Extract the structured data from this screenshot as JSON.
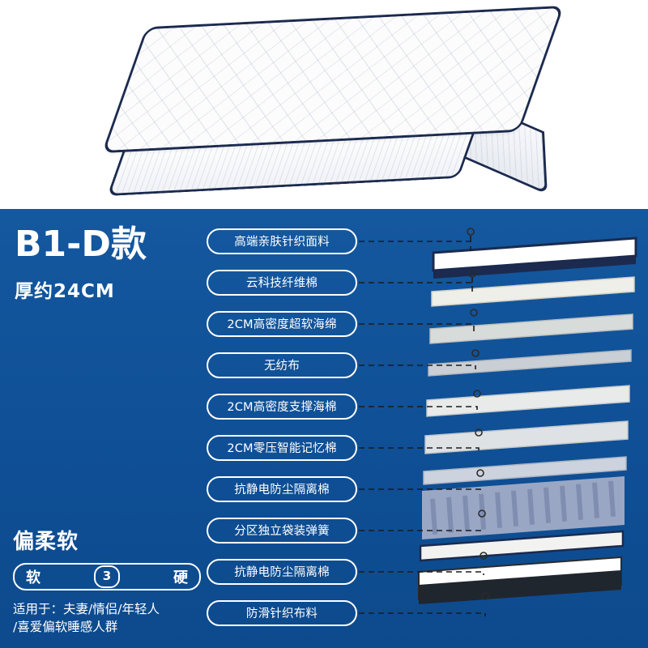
{
  "product": {
    "photo_alt": "white-quilted-mattress"
  },
  "panel": {
    "title": "B1-D款",
    "subtitle": "厚约24CM",
    "layers": [
      "高端亲肤针织面料",
      "云科技纤维棉",
      "2CM高密度超软海绵",
      "无纺布",
      "2CM高密度支撑海棉",
      "2CM零压智能记忆棉",
      "抗静电防尘隔离棉",
      "分区独立袋装弹簧",
      "抗静电防尘隔离棉",
      "防滑针织布料"
    ],
    "firmness": {
      "title": "偏柔软",
      "soft_label": "软",
      "level": "3",
      "hard_label": "硬"
    },
    "suitable": {
      "line1": "适用于：夫妻/情侣/年轻人",
      "line2": "/喜爱偏软睡感人群"
    },
    "colors": {
      "background": "#1558a8",
      "text": "#ffffff",
      "mattress_edge": "#1b2a4e"
    }
  }
}
